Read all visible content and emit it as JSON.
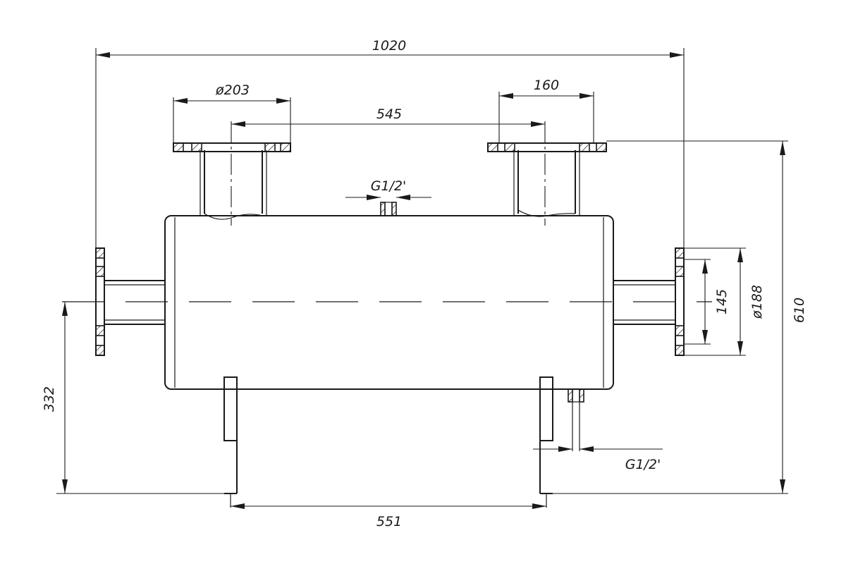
{
  "dimensions": {
    "overall_length": "1020",
    "inlet_flange_diameter": "ø203",
    "nozzle_spacing": "545",
    "nozzle_flange_width": "160",
    "top_thread": "G1/2'",
    "side_bolt_circle": "145",
    "side_flange_diameter": "ø188",
    "overall_height": "610",
    "axis_height": "332",
    "support_spacing": "551",
    "bottom_thread": "G1/2'"
  },
  "colors": {
    "line": "#1a1a1a",
    "background": "#ffffff"
  }
}
